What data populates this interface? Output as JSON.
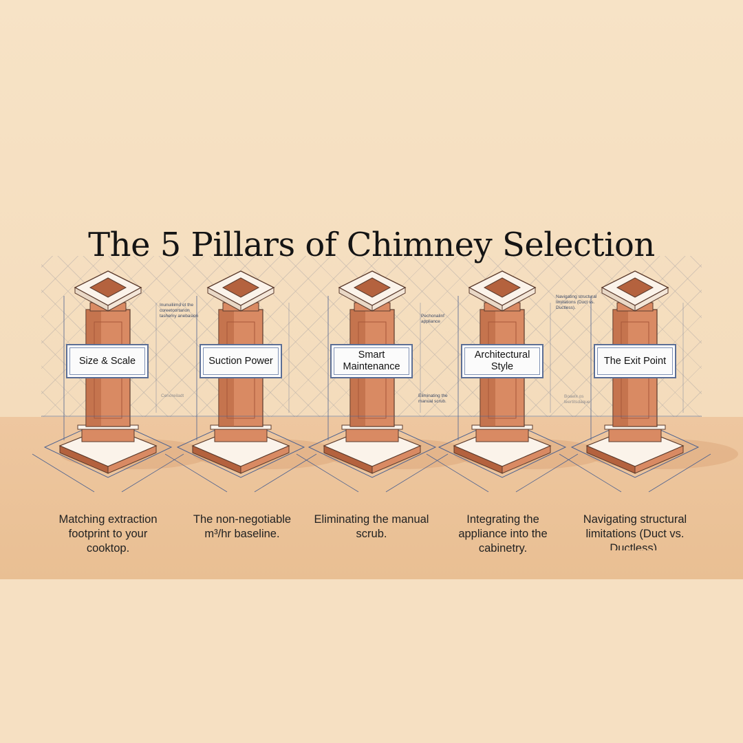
{
  "title": "The 5 Pillars of Chimney Selection",
  "pillars": [
    {
      "label": "Size & Scale",
      "caption": "Matching extraction footprint to your cooktop.",
      "annotations": [
        "Inunuiliimd ot the coreetoortarion tashemy anebasion",
        "Cenoreiladt"
      ]
    },
    {
      "label": "Suction Power",
      "caption": "The non-negotiable m³/hr baseline.",
      "annotations": []
    },
    {
      "label": "Smart Maintenance",
      "caption": "Eliminating the manual scrub.",
      "annotations": [
        "Pechonalinf appliance",
        "Eliminating the manual scrub."
      ]
    },
    {
      "label": "Architectural Style",
      "caption": "Integrating the appliance into the cabinetry.",
      "annotations": [
        "Navigating structural limitations (Duct vs. Ductless)."
      ]
    },
    {
      "label": "The Exit Point",
      "caption": "Navigating structural limitations (Duct vs. Ductless).",
      "annotations": [
        "Boaelx os teertitsdaque"
      ]
    }
  ],
  "colors": {
    "background": "#f6e1c4",
    "floor": "#ecc49b",
    "brick": "#d98a63",
    "brick_dark": "#b4623e",
    "stone": "#fbf3ea",
    "line": "#4d6290",
    "text": "#141414"
  }
}
